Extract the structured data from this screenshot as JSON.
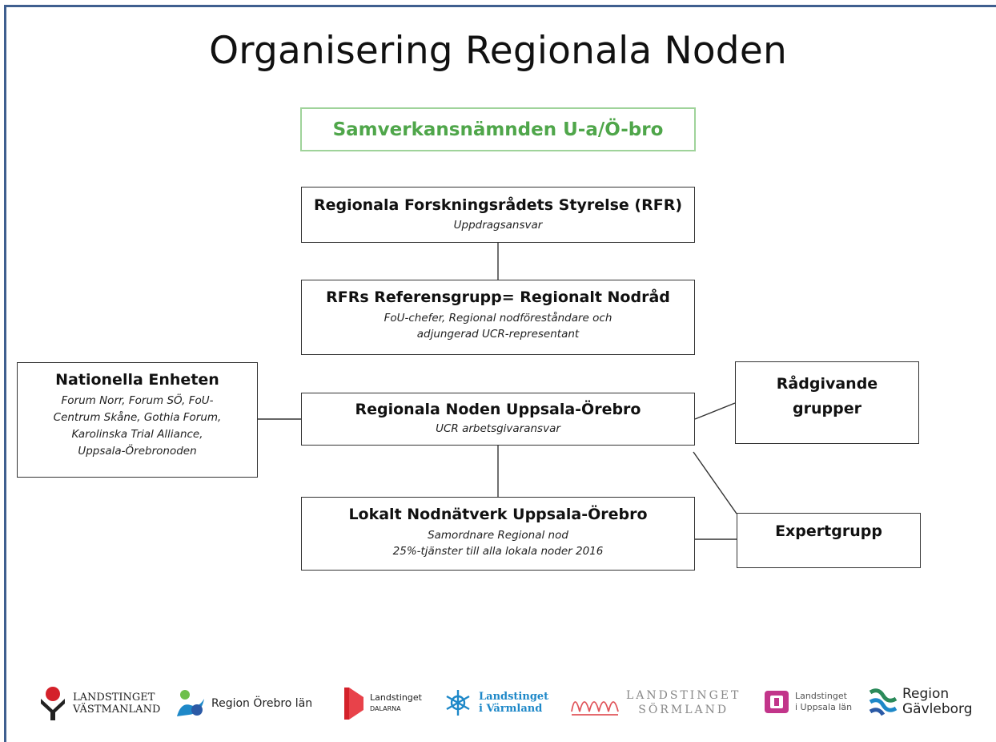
{
  "title": "Organisering Regionala Noden",
  "boxes": {
    "samverkan": {
      "title": "Samverkansnämnden U-a/Ö-bro"
    },
    "rfr": {
      "title": "Regionala Forskningsrådets Styrelse (RFR)",
      "sub": "Uppdragsansvar"
    },
    "referens": {
      "title": "RFRs Referensgrupp= Regionalt Nodråd",
      "sub1": "FoU-chefer, Regional nodföreståndare och",
      "sub2": "adjungerad UCR-representant"
    },
    "nationella": {
      "title": "Nationella Enheten",
      "sub1": "Forum Norr, Forum SÖ, FoU-",
      "sub2": "Centrum Skåne, Gothia Forum,",
      "sub3": "Karolinska Trial Alliance,",
      "sub4": "Uppsala-Örebronoden"
    },
    "noden": {
      "title": "Regionala Noden Uppsala-Örebro",
      "sub": "UCR arbetsgivaransvar"
    },
    "radgivande": {
      "title1": "Rådgivande",
      "title2": "grupper"
    },
    "lokalt": {
      "title": "Lokalt Nodnätverk Uppsala-Örebro",
      "sub1": "Samordnare Regional nod",
      "sub2": "25%-tjänster till alla lokala noder 2016"
    },
    "expert": {
      "title": "Expertgrupp"
    }
  },
  "logos": {
    "vastmanland": {
      "line1": "LANDSTINGET",
      "line2": "VÄSTMANLAND"
    },
    "orebro": "Region Örebro län",
    "dalarna": {
      "line1": "Landstinget",
      "line2": "DALARNA"
    },
    "varmland": {
      "line1": "Landstinget",
      "line2": "i Värmland"
    },
    "sormland": {
      "line1": "LANDSTINGET",
      "line2": "SÖRMLAND"
    },
    "uppsala": {
      "line1": "Landstinget",
      "line2": "i Uppsala län"
    },
    "gavleborg": {
      "line1": "Region",
      "line2": "Gävleborg"
    }
  },
  "colors": {
    "frame": "#3f5f8f",
    "green_text": "#4fa64a",
    "green_border": "#9fd39a"
  }
}
